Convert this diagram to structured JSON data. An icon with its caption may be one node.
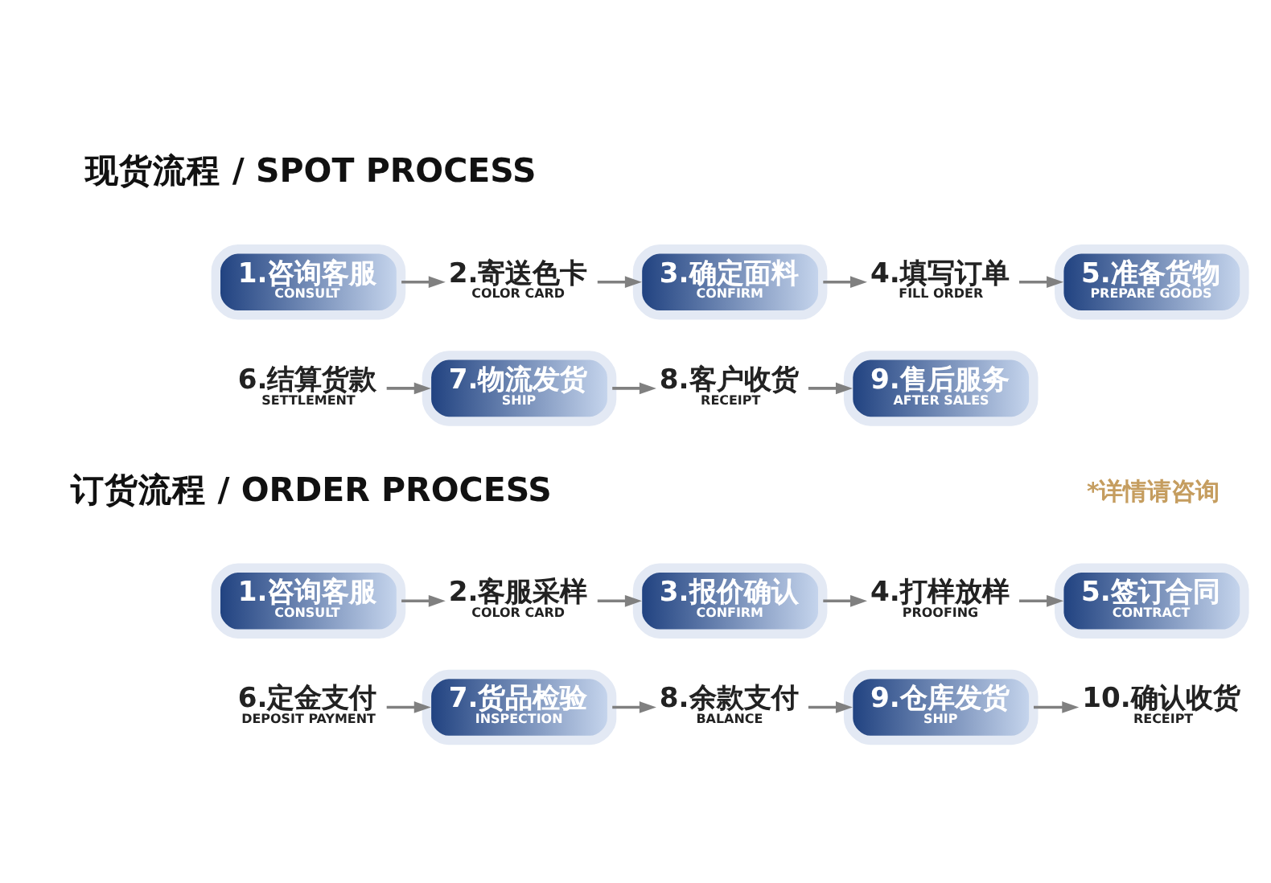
{
  "diagram": {
    "nodes": [
      {
        "text": [
          "1.咨询客服",
          "CONSULT"
        ]
      },
      {
        "text": [
          "2.寄送色卡",
          "COLOR CARD"
        ]
      },
      {
        "text": [
          "3.确定面料",
          "CONFIRM"
        ]
      },
      {
        "text": [
          "4.填写订单",
          "FILL ORDER"
        ]
      },
      {
        "text": [
          "5.准备货物",
          "PREPARE GOODS"
        ]
      },
      {
        "text": [
          "6.结算货款",
          "SETTLEMENT"
        ]
      },
      {
        "text": [
          "7.物流发货",
          "SHIP"
        ]
      },
      {
        "text": [
          "8.客户收货",
          "RECEIPT"
        ]
      },
      {
        "text": [
          "9.售后服务",
          "AFTER SALES"
        ]
      },
      {
        "text": [
          "1.咨询客服",
          "CONSULT"
        ]
      },
      {
        "text": [
          "2.客服采样",
          "COLOR CARD"
        ]
      },
      {
        "text": [
          "3.报价确认",
          "CONFIRM"
        ]
      },
      {
        "text": [
          "4.打样放样",
          "PROOFING"
        ]
      },
      {
        "text": [
          "5.签订合同",
          "CONTRACT"
        ]
      },
      {
        "text": [
          "6.定金支付",
          "DEPOSIT PAYMENT"
        ]
      },
      {
        "text": [
          "7.货品检验",
          "INSPECTION"
        ]
      },
      {
        "text": [
          "8.余款支付",
          "BALANCE"
        ]
      },
      {
        "text": [
          "9.仓库发货",
          "SHIP"
        ]
      },
      {
        "text": [
          "10.确认收货",
          "RECEIPT"
        ]
      }
    ],
    "edges": [
      {
        "from": 0,
        "to": 1,
        "arrow": "to"
      },
      {
        "from": 1,
        "to": 2,
        "arrow": "to"
      },
      {
        "from": 2,
        "to": 3,
        "arrow": "to"
      },
      {
        "from": 3,
        "to": 4,
        "arrow": "to"
      },
      {
        "from": 5,
        "to": 6,
        "arrow": "to"
      },
      {
        "from": 6,
        "to": 7,
        "arrow": "to"
      },
      {
        "from": 7,
        "to": 8,
        "arrow": "to"
      },
      {
        "from": 9,
        "to": 10,
        "arrow": "to"
      },
      {
        "from": 10,
        "to": 11,
        "arrow": "to"
      },
      {
        "from": 11,
        "to": 12,
        "arrow": "to"
      },
      {
        "from": 12,
        "to": 13,
        "arrow": "to"
      },
      {
        "from": 14,
        "to": 15,
        "arrow": "to"
      },
      {
        "from": 15,
        "to": 16,
        "arrow": "to"
      },
      {
        "from": 16,
        "to": 17,
        "arrow": "to"
      },
      {
        "from": 17,
        "to": 18,
        "arrow": "to"
      }
    ],
    "labels": [
      "现货流程 / SPOT PROCESS",
      "订货流程 / ORDER PROCESS",
      "*详情请咨询"
    ]
  }
}
